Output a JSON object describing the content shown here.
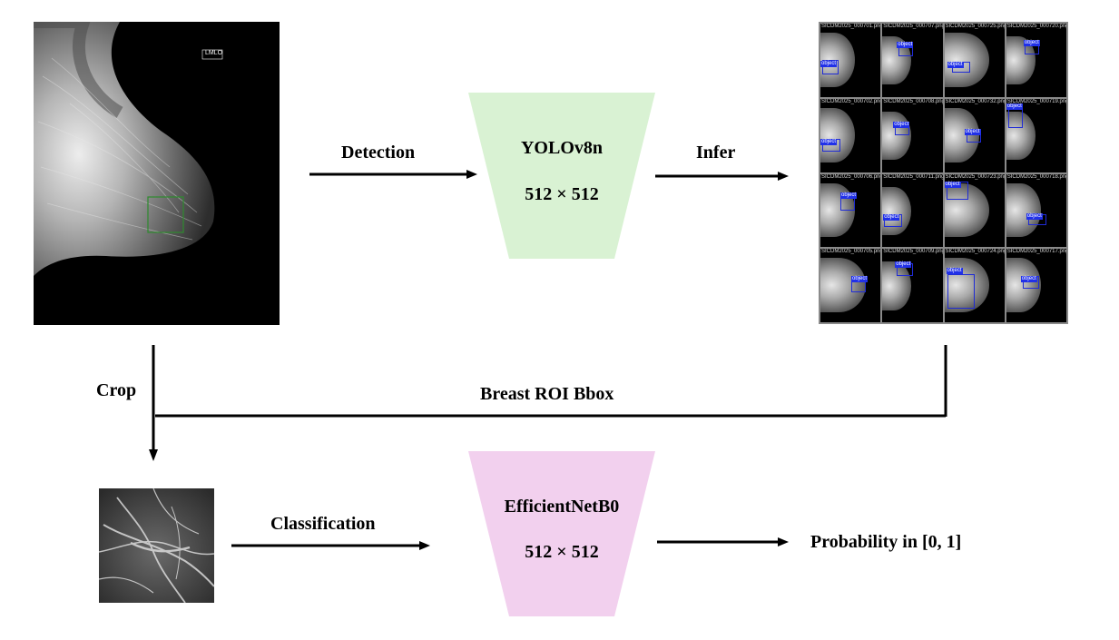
{
  "mammogram": {
    "view_tag": "LMLO"
  },
  "steps": {
    "detection": "Detection",
    "infer": "Infer",
    "crop": "Crop",
    "roi_bbox": "Breast ROI Bbox",
    "classification": "Classification",
    "output": "Probability in [0, 1]"
  },
  "yolo": {
    "name": "YOLOv8n",
    "size": "512 × 512",
    "color": "#d9f2d3"
  },
  "effnet": {
    "name": "EfficientNetB0",
    "size": "512 × 512",
    "color": "#f2d0ee"
  },
  "results_grid": {
    "label": "object",
    "titles": [
      "SICDM2025_000701.png",
      "SICDM2025_000707.png",
      "SICDM2025_000725.png",
      "SICDM2025_000720.png",
      "SICDM2025_000702.png",
      "SICDM2025_000708.png",
      "SICDM2025_000732.png",
      "SICDM2025_000719.png",
      "SICDM2025_000706.png",
      "SICDM2025_000711.png",
      "SICDM2025_000723.png",
      "SICDM2025_000718.png",
      "SICDM2025_000705.png",
      "SICDM2025_000709.png",
      "SICDM2025_000724.png",
      "SICDM2025_000717.png"
    ]
  }
}
